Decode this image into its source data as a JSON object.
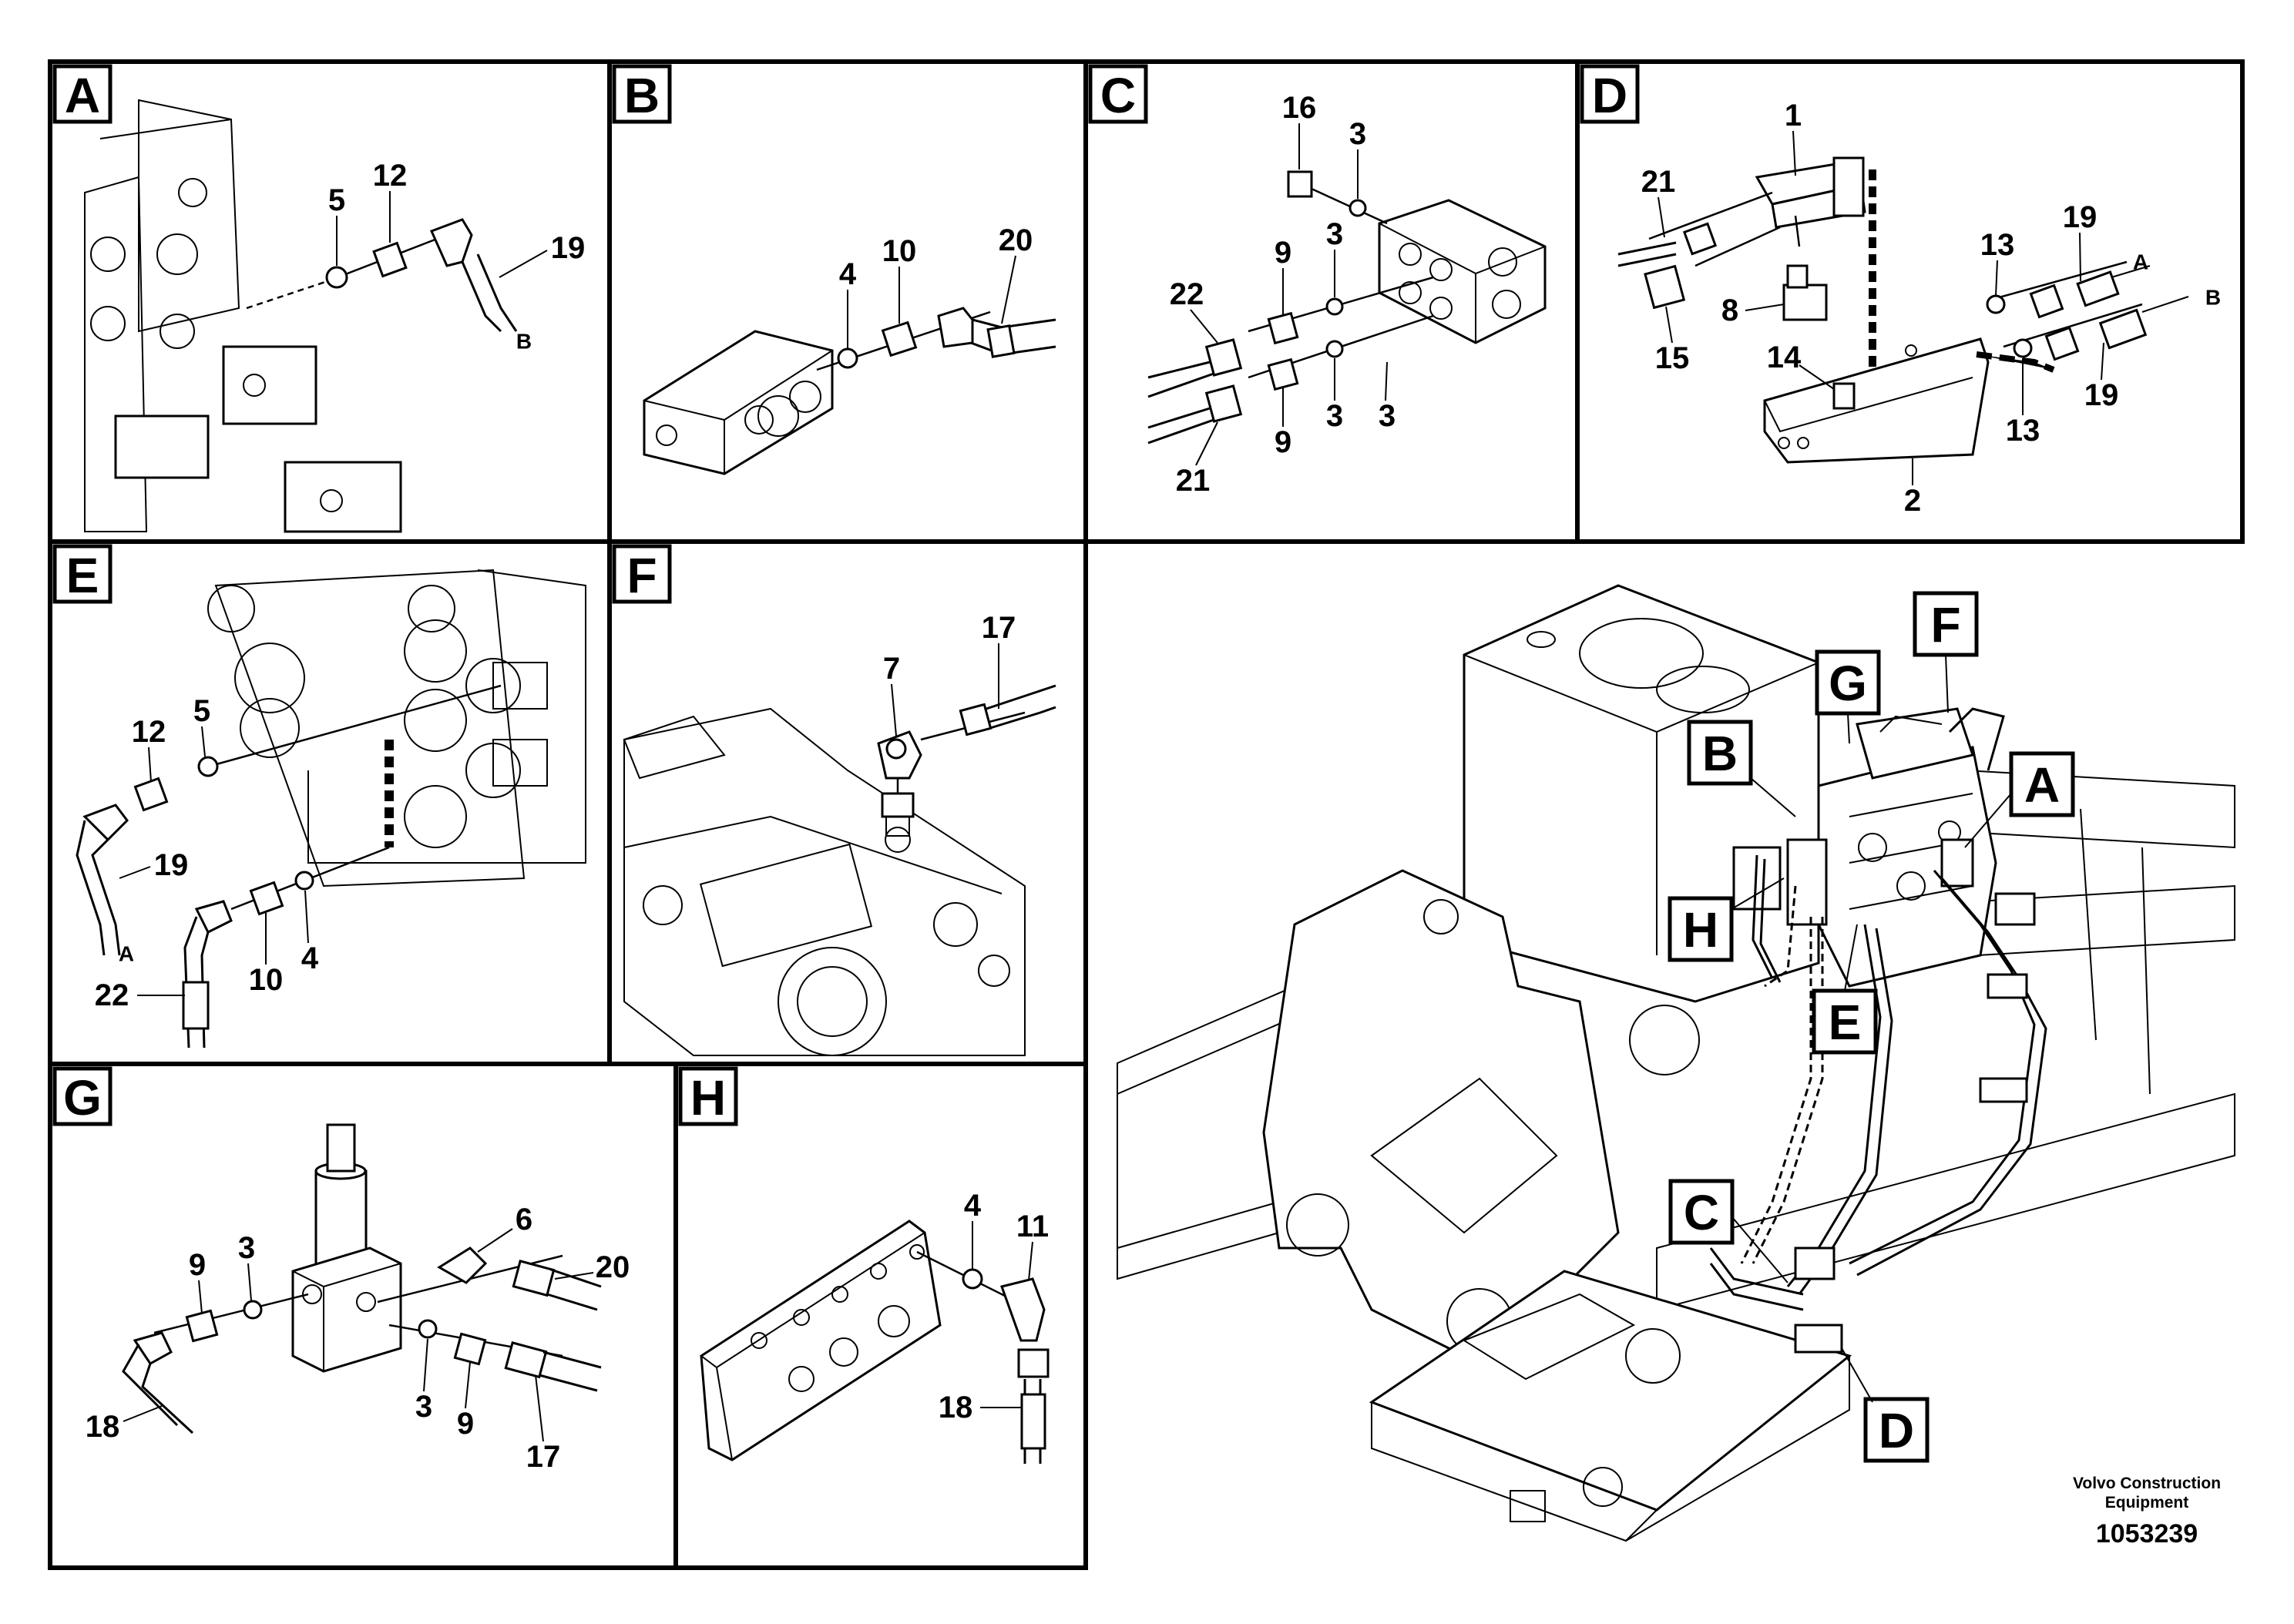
{
  "panels": [
    {
      "id": "A",
      "letter": "A",
      "callouts": [
        "5",
        "12",
        "19"
      ],
      "ends": [
        "B"
      ]
    },
    {
      "id": "B",
      "letter": "B",
      "callouts": [
        "4",
        "10",
        "20"
      ],
      "ends": []
    },
    {
      "id": "C",
      "letter": "C",
      "callouts": [
        "16",
        "3",
        "3",
        "9",
        "22",
        "3",
        "9",
        "3",
        "21"
      ],
      "ends": []
    },
    {
      "id": "D",
      "letter": "D",
      "callouts": [
        "1",
        "21",
        "19",
        "13",
        "8",
        "15",
        "14",
        "13",
        "19",
        "2"
      ],
      "ends": [
        "A",
        "B"
      ]
    },
    {
      "id": "E",
      "letter": "E",
      "callouts": [
        "12",
        "5",
        "19",
        "10",
        "4",
        "22"
      ],
      "ends": [
        "A"
      ]
    },
    {
      "id": "F",
      "letter": "F",
      "callouts": [
        "17",
        "7"
      ],
      "ends": []
    },
    {
      "id": "G",
      "letter": "G",
      "callouts": [
        "6",
        "3",
        "9",
        "20",
        "18",
        "3",
        "9",
        "17"
      ],
      "ends": []
    },
    {
      "id": "H",
      "letter": "H",
      "callouts": [
        "4",
        "11",
        "18"
      ],
      "ends": []
    }
  ],
  "overview": {
    "callouts": [
      "F",
      "G",
      "B",
      "A",
      "H",
      "E",
      "C",
      "D"
    ]
  },
  "footer": {
    "company_line1": "Volvo Construction",
    "company_line2": "Equipment",
    "doc_number": "1053239"
  }
}
